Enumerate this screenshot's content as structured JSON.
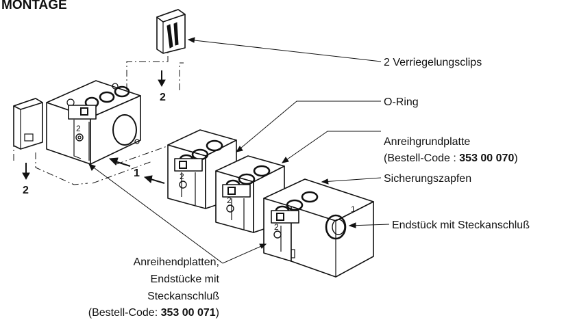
{
  "title": "MONTAGE",
  "steps": {
    "step_2_clip": "2",
    "step_2_cover": "2",
    "step_1": "1"
  },
  "module_numbers": {
    "left": "2",
    "mid": "2",
    "mid2": "2",
    "right": "2",
    "endpiece": "1"
  },
  "callouts": {
    "clips": "2 Verriegelungsclips",
    "oring": "O-Ring",
    "base_line1": "Anreihgrundplatte",
    "base_line2_prefix": "(Bestell-Code : ",
    "base_line2_code": "353 00 070",
    "base_line2_suffix": ")",
    "pin": "Sicherungszapfen",
    "endpiece": "Endstück mit Steckanschluß",
    "end_line1": "Anreihendplatten,",
    "end_line2": "Endstücke mit",
    "end_line3": "Steckanschluß",
    "end_line4_prefix": "(Bestell-Code: ",
    "end_line4_code": "353 00 071",
    "end_line4_suffix": ")"
  }
}
